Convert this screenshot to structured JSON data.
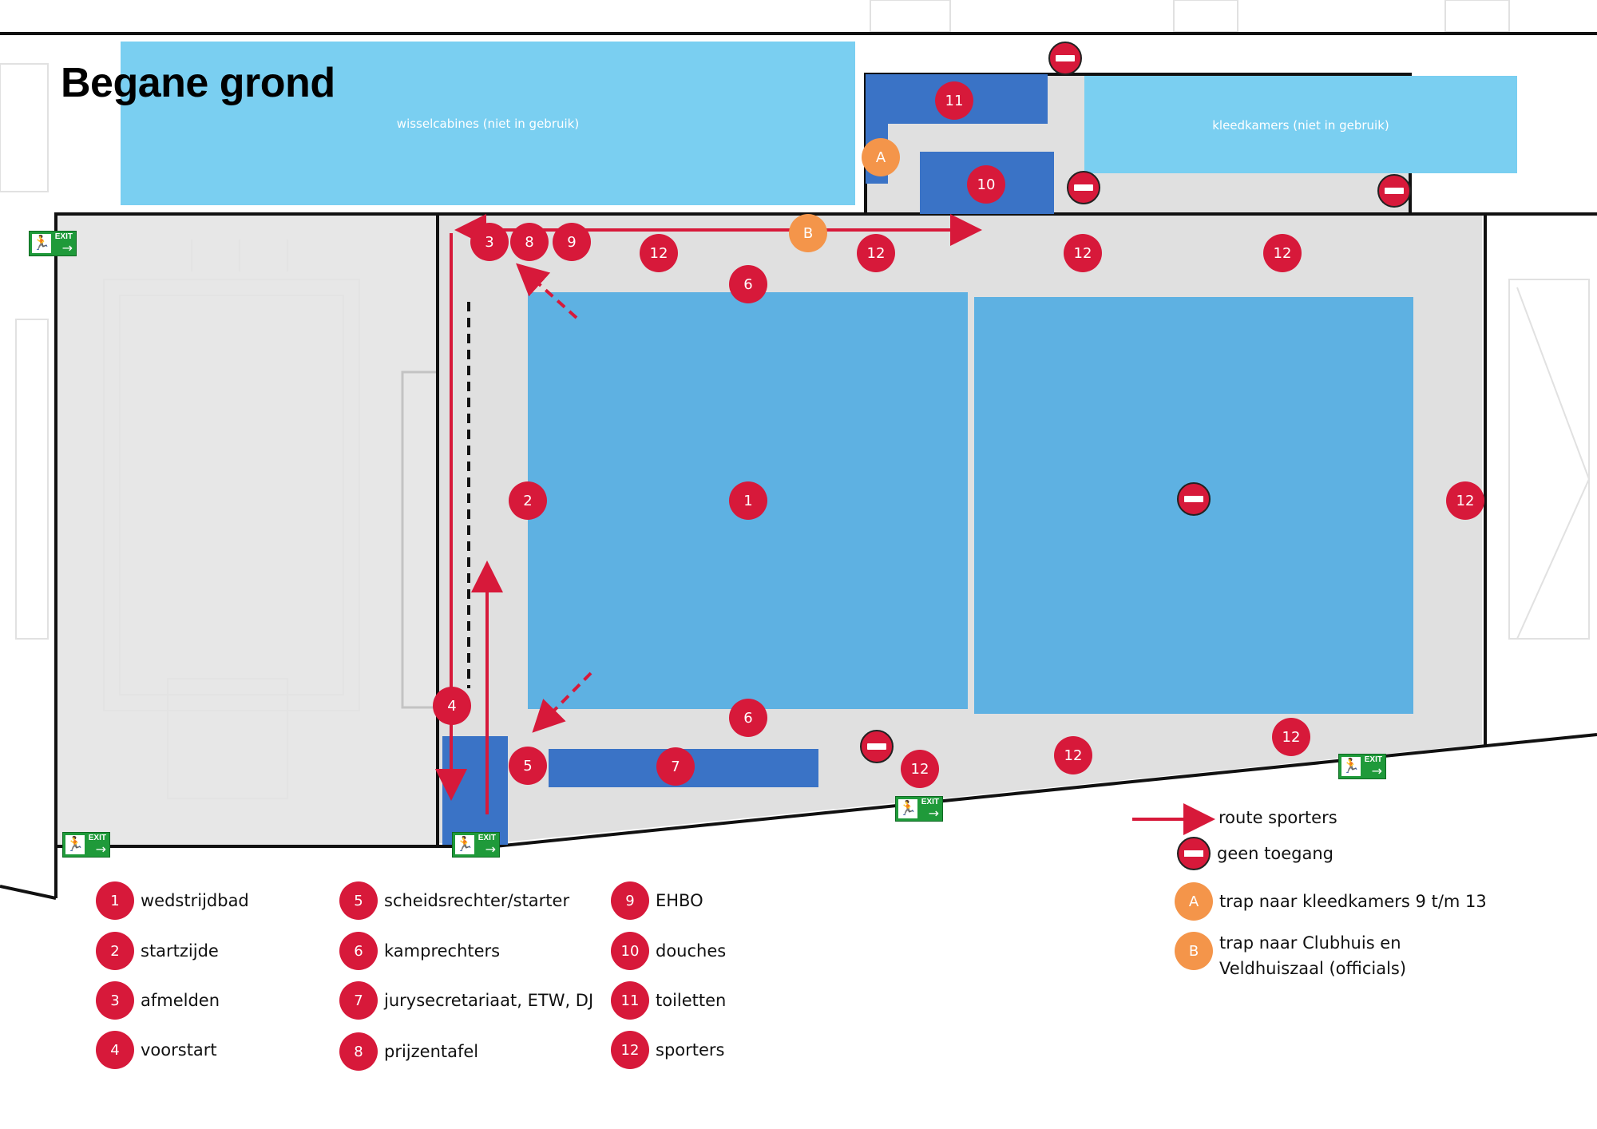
{
  "title": "Begane grond",
  "zones": {
    "wisselcabines": "wisselcabines (niet in gebruik)",
    "kleedkamers": "kleedkamers (niet in gebruik)"
  },
  "markers": {
    "m1": "1",
    "m2": "2",
    "m3": "3",
    "m4": "4",
    "m5": "5",
    "m6": "6",
    "m7": "7",
    "m8": "8",
    "m9": "9",
    "m10": "10",
    "m11": "11",
    "m12": "12",
    "mA": "A",
    "mB": "B"
  },
  "exit_label": "EXIT",
  "legend": {
    "items": [
      {
        "num": "1",
        "label": "wedstrijdbad"
      },
      {
        "num": "2",
        "label": "startzijde"
      },
      {
        "num": "3",
        "label": "afmelden"
      },
      {
        "num": "4",
        "label": "voorstart"
      },
      {
        "num": "5",
        "label": "scheidsrechter/starter"
      },
      {
        "num": "6",
        "label": "kamprechters"
      },
      {
        "num": "7",
        "label": "jurysecretariaat, ETW, DJ"
      },
      {
        "num": "8",
        "label": "prijzentafel"
      },
      {
        "num": "9",
        "label": "EHBO"
      },
      {
        "num": "10",
        "label": "douches"
      },
      {
        "num": "11",
        "label": "toiletten"
      },
      {
        "num": "12",
        "label": "sporters"
      }
    ],
    "route": "route sporters",
    "no_access": "geen toegang",
    "stair_a": {
      "letter": "A",
      "label": "trap naar kleedkamers 9 t/m 13"
    },
    "stair_b": {
      "letter": "B",
      "line1": "trap naar Clubhuis en",
      "line2": "Veldhuiszaal (officials)"
    }
  },
  "colors": {
    "marker_red": "#d7193a",
    "marker_orange": "#f4954a",
    "pool_blue": "#5eb1e2",
    "zone_light_blue": "#7acff1",
    "facility_dark_blue": "#3a73c6",
    "floor_grey": "#e0e0e0",
    "exit_green": "#1f9a3a"
  }
}
